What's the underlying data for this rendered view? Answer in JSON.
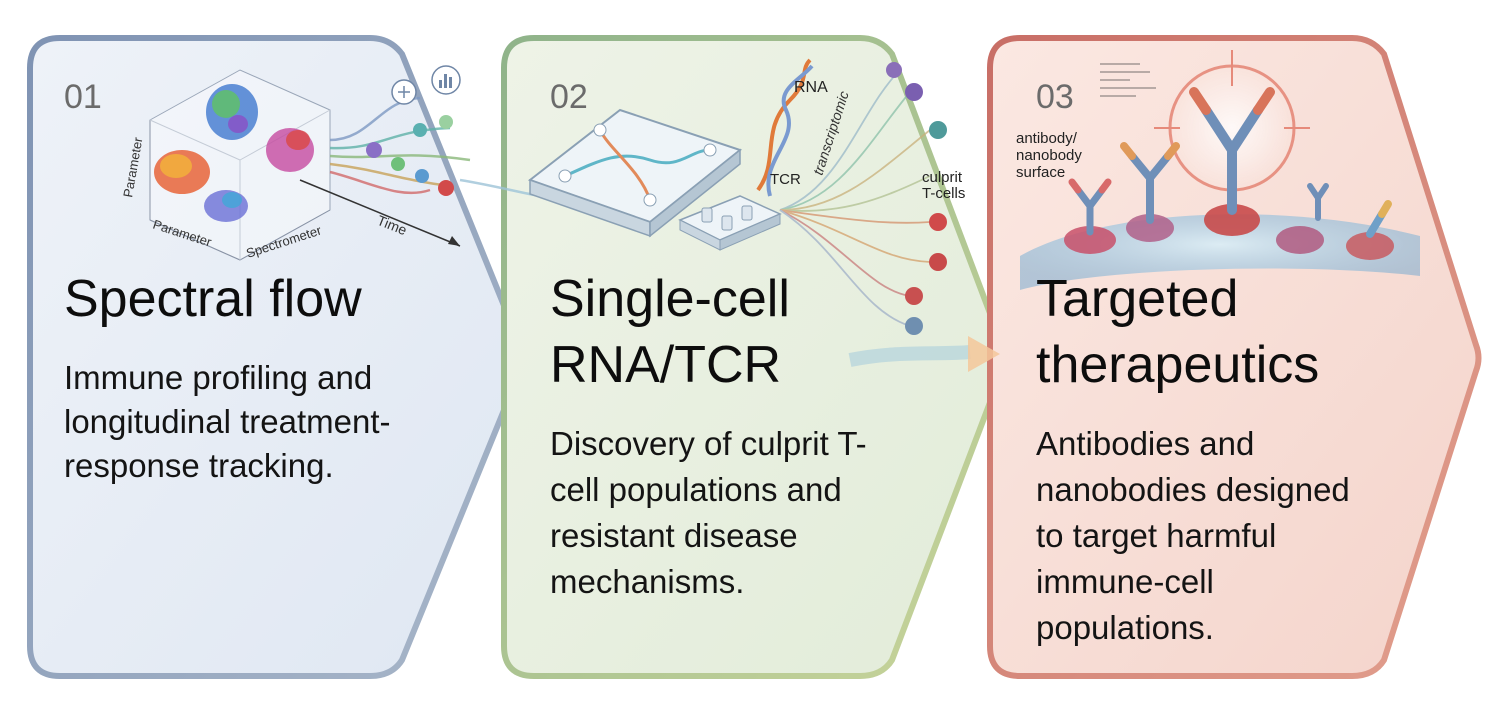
{
  "panels": [
    {
      "number": "01",
      "title_lines": [
        "Spectral flow"
      ],
      "description_lines": [
        "Immune profiling and",
        "longitudinal treatment-",
        "response tracking."
      ],
      "accent": "#8a9cb6",
      "fill": "#e6edf6"
    },
    {
      "number": "02",
      "title_lines": [
        "Single-cell",
        "RNA/TCR"
      ],
      "description_lines": [
        "Discovery of culprit T-",
        "cell populations and",
        "resistant disease",
        "mechanisms."
      ],
      "accent": "#9fbf9a",
      "fill": "#e8f0e1"
    },
    {
      "number": "03",
      "title_lines": [
        "Targeted",
        "therapeutics"
      ],
      "description_lines": [
        "Antibodies and",
        "nanobodies designed",
        "to target harmful",
        "immune-cell",
        "populations."
      ],
      "accent": "#d58b84",
      "fill": "#f7ddd6"
    }
  ],
  "illustration_labels": {
    "flow_axis_y": "Parameter",
    "flow_axis_x": "Parameter",
    "flow_axis_z": "Spectrometer",
    "time_label": "Time",
    "rna_label": "RNA",
    "tcr_label": "TCR",
    "transcriptomic_label": "transcriptomic",
    "culprit_label": [
      "culprit",
      "T-cells"
    ],
    "antibody_label": [
      "antibody/",
      "nanobody",
      "surface"
    ]
  },
  "icons": [
    "scatter-plot-3d-icon",
    "gating-icon",
    "bar-chart-icon",
    "microfluidic-chip-icon",
    "dna-helix-icon",
    "t-cell-icon",
    "antibody-icon",
    "target-crosshair-icon"
  ]
}
